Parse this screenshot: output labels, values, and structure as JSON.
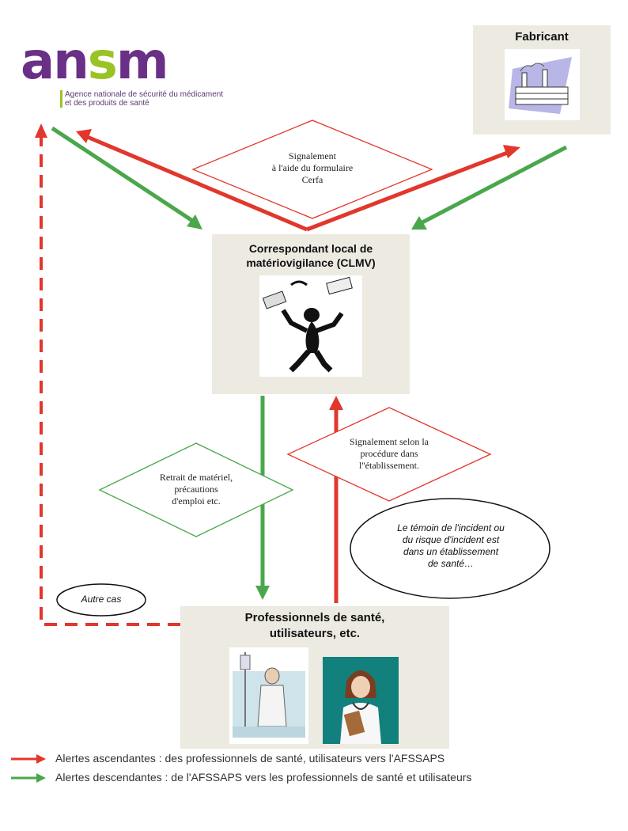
{
  "logo": {
    "word_a": "an",
    "word_s": "s",
    "word_m": "m",
    "subtitle_line1": "Agence nationale de sécurité du médicament",
    "subtitle_line2": "et des produits de santé"
  },
  "boxes": {
    "fabricant": "Fabricant",
    "clmv_line1": "Correspondant local de",
    "clmv_line2": "matériovigilance (CLMV)",
    "pros_line1": "Professionnels de santé,",
    "pros_line2": "utilisateurs, etc."
  },
  "diamonds": {
    "cerfa": [
      "Signalement",
      "à l'aide du formulaire",
      "Cerfa"
    ],
    "procedure": [
      "Signalement selon la",
      "procédure dans",
      "l''établissement."
    ],
    "retrait": [
      "Retrait de matériel,",
      "précautions",
      "d'emploi etc."
    ]
  },
  "ovals": {
    "temoin": [
      "Le témoin de l'incident ou",
      "du risque d'incident est",
      "dans un établissement",
      "de santé…"
    ],
    "autre": "Autre cas"
  },
  "legend": {
    "up": "Alertes ascendantes : des professionnels de santé, utilisateurs vers l'AFSSAPS",
    "down": "Alertes descendantes : de l'AFSSAPS  vers les professionnels de santé et utilisateurs"
  },
  "colors": {
    "ascending": "#e2372c",
    "descending": "#4aa74c",
    "logo_purple": "#6a2f86",
    "logo_green": "#9ac325",
    "box_bg": "#edeae2"
  }
}
